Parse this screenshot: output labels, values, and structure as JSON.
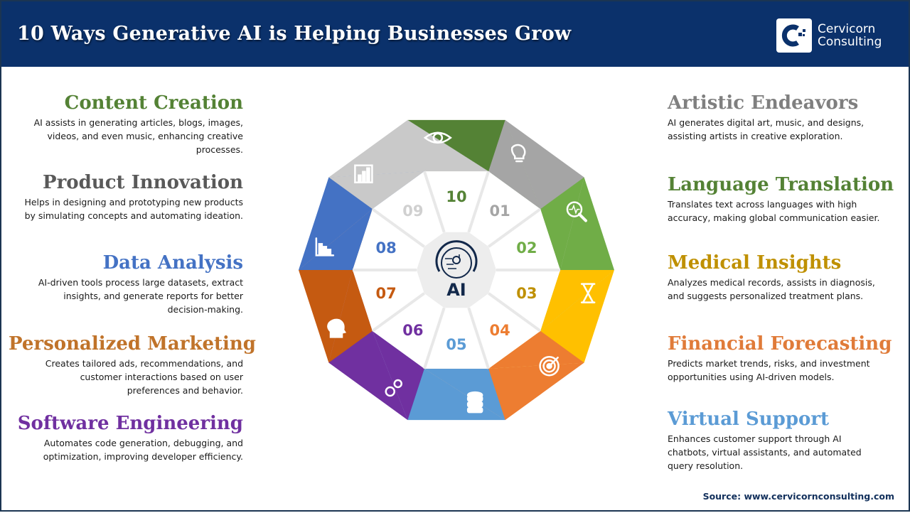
{
  "header": {
    "title": "10 Ways Generative AI is Helping Businesses Grow",
    "logo_line1": "Cervicorn",
    "logo_line2": "Consulting"
  },
  "center": {
    "label": "AI",
    "icon": "ai-head-circuit-icon"
  },
  "items": [
    {
      "num": "01",
      "title": "Artistic Endeavors",
      "desc_lines": [
        "AI generates digital art, music, and designs,",
        "assisting artists in creative exploration."
      ],
      "color": "#7f7f7f",
      "segment_color": "#a5a5a5",
      "icon": "lightbulb-icon"
    },
    {
      "num": "02",
      "title": "Language Translation",
      "desc_lines": [
        "Translates text across languages with high",
        "accuracy, making global communication easier."
      ],
      "color": "#548235",
      "segment_color": "#70ad47",
      "icon": "magnifier-pulse-icon"
    },
    {
      "num": "03",
      "title": "Medical Insights",
      "desc_lines": [
        "Analyzes medical records, assists in diagnosis,",
        "and suggests personalized treatment plans."
      ],
      "color": "#bf9000",
      "segment_color": "#ffc000",
      "icon": "hourglass-icon"
    },
    {
      "num": "04",
      "title": "Financial Forecasting",
      "desc_lines": [
        "Predicts market trends, risks, and investment",
        "opportunities using AI-driven models."
      ],
      "color": "#e07b39",
      "segment_color": "#ed7d31",
      "icon": "target-icon"
    },
    {
      "num": "05",
      "title": "Virtual Support",
      "desc_lines": [
        "Enhances customer support through AI",
        "chatbots, virtual assistants, and automated",
        "query resolution."
      ],
      "color": "#5b9bd5",
      "segment_color": "#5b9bd5",
      "icon": "database-icon"
    },
    {
      "num": "06",
      "title": "Software Engineering",
      "desc_lines": [
        "Automates code generation, debugging, and",
        "optimization, improving developer efficiency."
      ],
      "color": "#7030a0",
      "segment_color": "#7030a0",
      "icon": "gears-icon"
    },
    {
      "num": "07",
      "title": "Personalized Marketing",
      "desc_lines": [
        "Creates tailored ads, recommendations, and",
        "customer interactions based on user",
        "preferences and behavior."
      ],
      "color": "#c55a11",
      "segment_color": "#c55a11",
      "icon": "head-idea-icon"
    },
    {
      "num": "08",
      "title": "Data Analysis",
      "desc_lines": [
        "AI-driven tools process large datasets, extract",
        "insights, and generate reports for better",
        "decision-making."
      ],
      "color": "#4472c4",
      "segment_color": "#4472c4",
      "icon": "bar-chart-down-icon"
    },
    {
      "num": "09",
      "title": "Product Innovation",
      "desc_lines": [
        "Helps in designing and prototyping new products",
        "by simulating concepts and automating ideation."
      ],
      "color": "#595959",
      "segment_color": "#c9c9c9",
      "icon": "bar-chart-up-icon"
    },
    {
      "num": "10",
      "title": "Content Creation",
      "desc_lines": [
        "AI assists in generating articles, blogs, images,",
        "videos, and even music, enhancing creative",
        "processes."
      ],
      "color": "#548235",
      "segment_color": "#548235",
      "icon": "eye-icon"
    }
  ],
  "number_colors": {
    "01": "#a5a5a5",
    "02": "#70ad47",
    "03": "#bf9000",
    "04": "#ed7d31",
    "05": "#5b9bd5",
    "06": "#7030a0",
    "07": "#c55a11",
    "08": "#4472c4",
    "09": "#d0d0d0",
    "10": "#548235"
  },
  "source": "Source: www.cervicornconsulting.com"
}
